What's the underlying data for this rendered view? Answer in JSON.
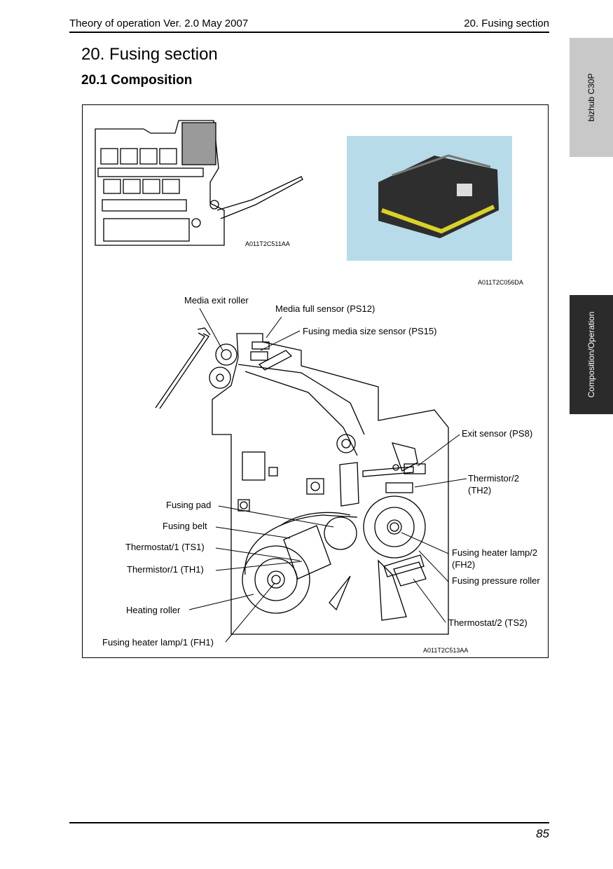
{
  "header": {
    "left": "Theory of operation Ver. 2.0 May 2007",
    "right": "20. Fusing section"
  },
  "title": "20.  Fusing section",
  "subtitle": "20.1   Composition",
  "side_tabs": {
    "product": "bizhub C30P",
    "section": "Composition/Operation"
  },
  "figure_codes": {
    "overview": "A011T2C511AA",
    "photo": "A011T2C056DA",
    "diagram": "A011T2C513AA"
  },
  "labels": {
    "media_exit_roller": "Media exit roller",
    "media_full_sensor": "Media full sensor (PS12)",
    "fusing_media_size_sensor": "Fusing media size sensor (PS15)",
    "exit_sensor": "Exit sensor (PS8)",
    "thermistor2_a": "Thermistor/2",
    "thermistor2_b": "(TH2)",
    "fusing_pad": "Fusing pad",
    "fusing_belt": "Fusing belt",
    "thermostat1": "Thermostat/1 (TS1)",
    "thermistor1": "Thermistor/1 (TH1)",
    "heating_roller": "Heating roller",
    "fusing_heater_lamp1": "Fusing heater lamp/1 (FH1)",
    "fusing_heater_lamp2_a": "Fusing heater lamp/2",
    "fusing_heater_lamp2_b": "(FH2)",
    "fusing_pressure_roller": "Fusing pressure roller",
    "thermostat2": "Thermostat/2 (TS2)"
  },
  "footer": {
    "page": "85"
  }
}
